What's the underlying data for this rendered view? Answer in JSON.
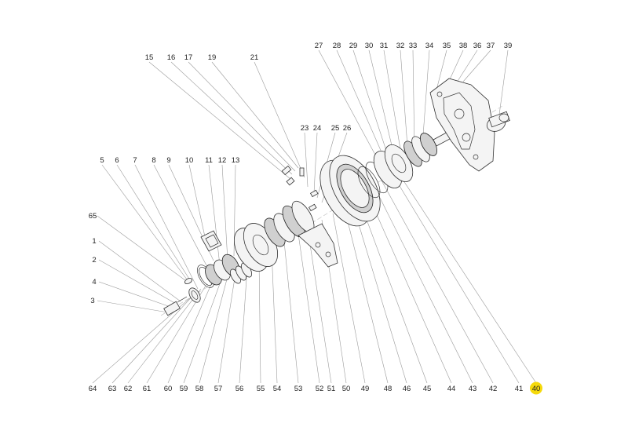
{
  "diagram": {
    "highlight_color": "#f5d90a",
    "highlighted_callout": "40",
    "callouts_top": [
      "15",
      "16",
      "17",
      "19",
      "21",
      "23",
      "24",
      "25",
      "26",
      "27",
      "28",
      "29",
      "30",
      "31",
      "32",
      "33",
      "34",
      "35",
      "38",
      "36",
      "37",
      "39"
    ],
    "callouts_left": [
      "5",
      "6",
      "7",
      "8",
      "9",
      "10",
      "11",
      "12",
      "13",
      "65",
      "1",
      "2",
      "4",
      "3"
    ],
    "callouts_bottom": [
      "64",
      "63",
      "62",
      "61",
      "60",
      "59",
      "58",
      "57",
      "56",
      "55",
      "54",
      "53",
      "52",
      "51",
      "50",
      "49",
      "48",
      "46",
      "45",
      "44",
      "43",
      "42",
      "41",
      "40"
    ]
  }
}
